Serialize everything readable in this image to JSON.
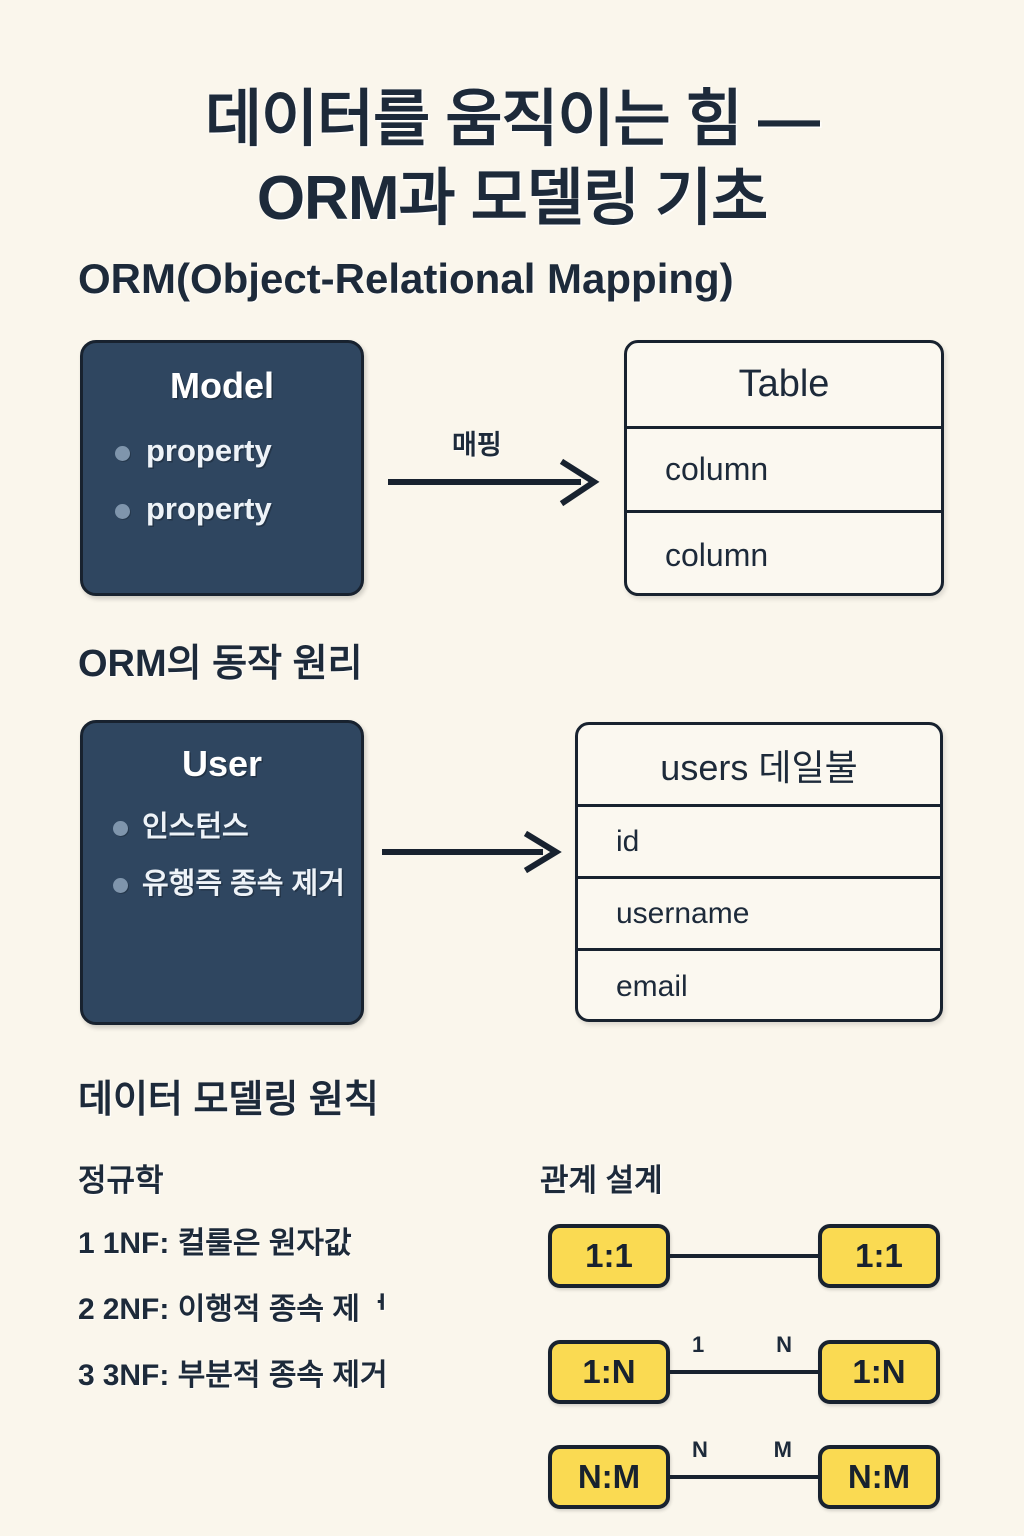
{
  "title": {
    "line1": "데이터를 움직이는 힘 —",
    "line2": "ORM과 모델링 기초"
  },
  "colors": {
    "background": "#faf6ec",
    "ink": "#1d2a3a",
    "card_dark": "#2f4660",
    "card_border": "#18222f",
    "accent_yellow": "#fada52",
    "bullet_dot": "#7f95ac",
    "table_fill": "#fbf8f0"
  },
  "sections": {
    "orm": {
      "heading": "ORM(Object-Relational Mapping)",
      "model_card": {
        "title": "Model",
        "properties": [
          "property",
          "property"
        ]
      },
      "arrow_label": "매핑",
      "table_card": {
        "header": "Table",
        "rows": [
          "column",
          "column"
        ]
      }
    },
    "how_it_works": {
      "heading": "ORM의 동작 원리",
      "model_card": {
        "title": "User",
        "properties": [
          "인스턴스",
          "유행즉 종속 제거"
        ]
      },
      "table_card": {
        "header": "users 데일불",
        "rows": [
          "id",
          "username",
          "email"
        ]
      }
    },
    "modeling": {
      "heading": "데이터 모델링 원칙",
      "normalization": {
        "heading": "정규학",
        "items": [
          {
            "num": "1",
            "text": "1NF: 컬룰은 원자값"
          },
          {
            "num": "2",
            "text": "2NF: 이행적 종속 제ᅥ"
          },
          {
            "num": "3",
            "text": "3NF: 부분적 종속 제거"
          }
        ]
      },
      "relations": {
        "heading": "관계 설계",
        "rows": [
          {
            "left_box": "1:1",
            "right_box": "1:1",
            "left_card": "",
            "right_card": ""
          },
          {
            "left_box": "1:N",
            "right_box": "1:N",
            "left_card": "1",
            "right_card": "N"
          },
          {
            "left_box": "N:M",
            "right_box": "N:M",
            "left_card": "N",
            "right_card": "M"
          }
        ]
      }
    }
  }
}
